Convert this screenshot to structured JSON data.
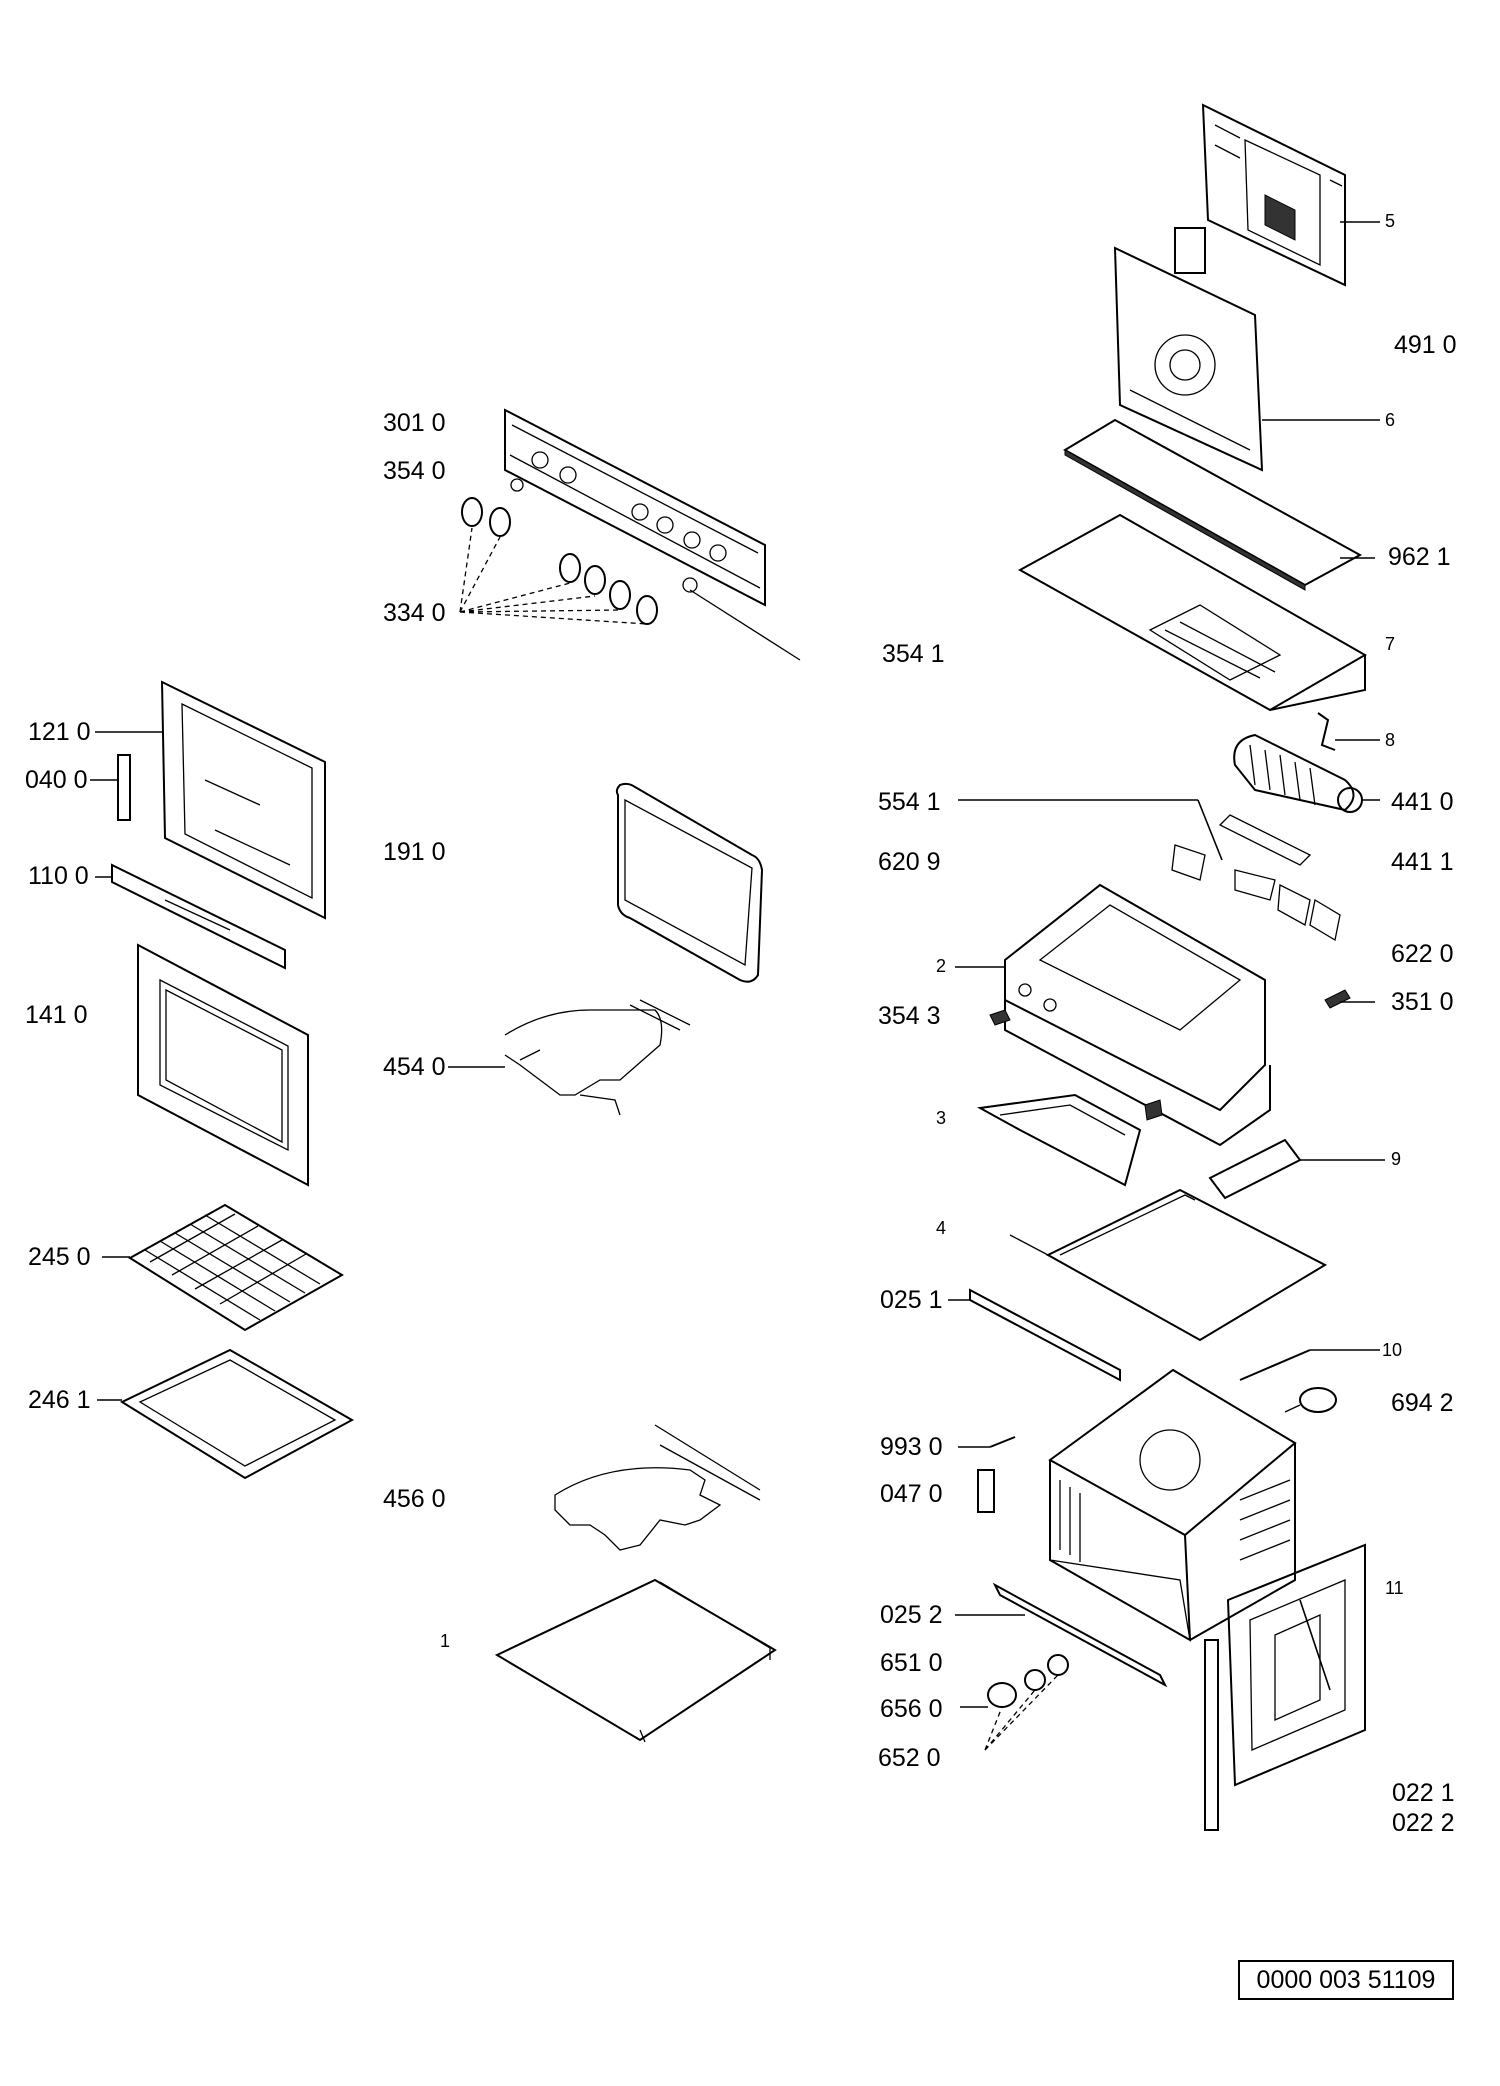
{
  "diagram": {
    "labels": [
      {
        "id": "l3010",
        "text": "301 0"
      },
      {
        "id": "l3540",
        "text": "354 0"
      },
      {
        "id": "l3340",
        "text": "334 0"
      },
      {
        "id": "l1210",
        "text": "121 0"
      },
      {
        "id": "l0400",
        "text": "040 0"
      },
      {
        "id": "l1100",
        "text": "110 0"
      },
      {
        "id": "l1410",
        "text": "141 0"
      },
      {
        "id": "l1910",
        "text": "191 0"
      },
      {
        "id": "l4540",
        "text": "454 0"
      },
      {
        "id": "l2450",
        "text": "245 0"
      },
      {
        "id": "l2461",
        "text": "246 1"
      },
      {
        "id": "l4560",
        "text": "456 0"
      },
      {
        "id": "l1",
        "text": "1"
      },
      {
        "id": "l5",
        "text": "5"
      },
      {
        "id": "l4910",
        "text": "491 0"
      },
      {
        "id": "l6",
        "text": "6"
      },
      {
        "id": "l9621",
        "text": "962 1"
      },
      {
        "id": "l7",
        "text": "7"
      },
      {
        "id": "l3541",
        "text": "354 1"
      },
      {
        "id": "l8",
        "text": "8"
      },
      {
        "id": "l5541",
        "text": "554 1"
      },
      {
        "id": "l4410",
        "text": "441 0"
      },
      {
        "id": "l6209",
        "text": "620 9"
      },
      {
        "id": "l4411",
        "text": "441 1"
      },
      {
        "id": "l6220",
        "text": "622 0"
      },
      {
        "id": "l2",
        "text": "2"
      },
      {
        "id": "l3543",
        "text": "354 3"
      },
      {
        "id": "l3510",
        "text": "351 0"
      },
      {
        "id": "l3",
        "text": "3"
      },
      {
        "id": "l9",
        "text": "9"
      },
      {
        "id": "l4",
        "text": "4"
      },
      {
        "id": "l0251",
        "text": "025 1"
      },
      {
        "id": "l10",
        "text": "10"
      },
      {
        "id": "l6942",
        "text": "694 2"
      },
      {
        "id": "l9930",
        "text": "993 0"
      },
      {
        "id": "l0470",
        "text": "047 0"
      },
      {
        "id": "l11",
        "text": "11"
      },
      {
        "id": "l0252",
        "text": "025 2"
      },
      {
        "id": "l6510",
        "text": "651 0"
      },
      {
        "id": "l6560",
        "text": "656 0"
      },
      {
        "id": "l6520",
        "text": "652 0"
      },
      {
        "id": "l0221",
        "text": "022 1"
      },
      {
        "id": "l0222",
        "text": "022 2"
      }
    ],
    "document_number": "0000 003 51109"
  }
}
